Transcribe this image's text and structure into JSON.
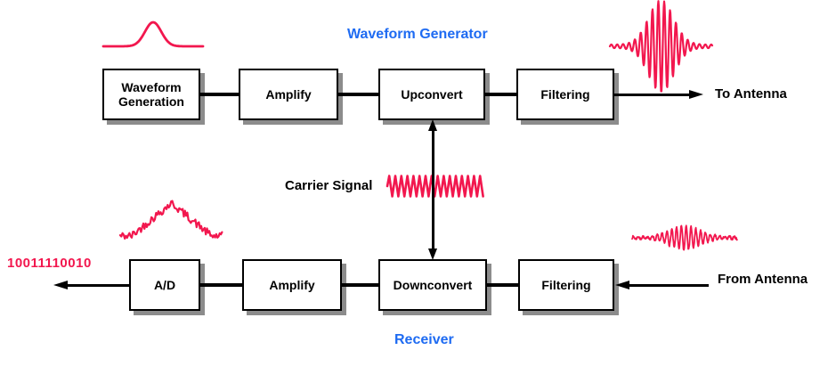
{
  "colors": {
    "signal_red": "#f2174e",
    "label_blue": "#1e6bf2",
    "line_black": "#000000",
    "block_shadow": "#8c8c8c"
  },
  "generator": {
    "title": "Waveform Generator",
    "blocks": [
      "Waveform Generation",
      "Amplify",
      "Upconvert",
      "Filtering"
    ],
    "output_label": "To Antenna"
  },
  "carrier": {
    "label": "Carrier Signal"
  },
  "receiver": {
    "title": "Receiver",
    "blocks": [
      "A/D",
      "Amplify",
      "Downconvert",
      "Filtering"
    ],
    "input_label": "From Antenna",
    "digital_output": "10011110010"
  },
  "waveforms": [
    {
      "name": "baseband-pulse-waveform",
      "appearance": "smooth gaussian pulse"
    },
    {
      "name": "rf-burst-waveform",
      "appearance": "gaussian-windowed RF burst"
    },
    {
      "name": "carrier-sine-waveform",
      "appearance": "dense carrier sinusoid"
    },
    {
      "name": "noisy-spectrum-waveform",
      "appearance": "noisy spectral peak"
    },
    {
      "name": "received-signal-waveform",
      "appearance": "weak noisy received burst"
    }
  ]
}
